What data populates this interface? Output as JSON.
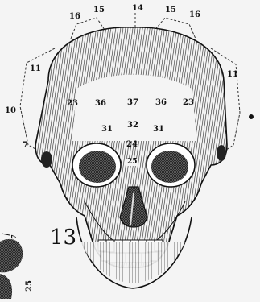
{
  "figure": {
    "number": "13",
    "labels": {
      "top_center": "14",
      "top_left_15": "15",
      "top_right_15": "15",
      "top_left_16": "16",
      "top_right_16": "16",
      "left_11": "11",
      "right_11": "11",
      "left_10": "10",
      "left_7": "7",
      "upper_left_23": "23",
      "upper_right_23": "23",
      "left_36": "36",
      "right_36": "36",
      "center_37": "37",
      "center_32": "32",
      "left_31": "31",
      "right_31": "31",
      "center_24": "24",
      "center_25": "25",
      "lower_side_7": "7",
      "lower_side_25": "25"
    }
  }
}
